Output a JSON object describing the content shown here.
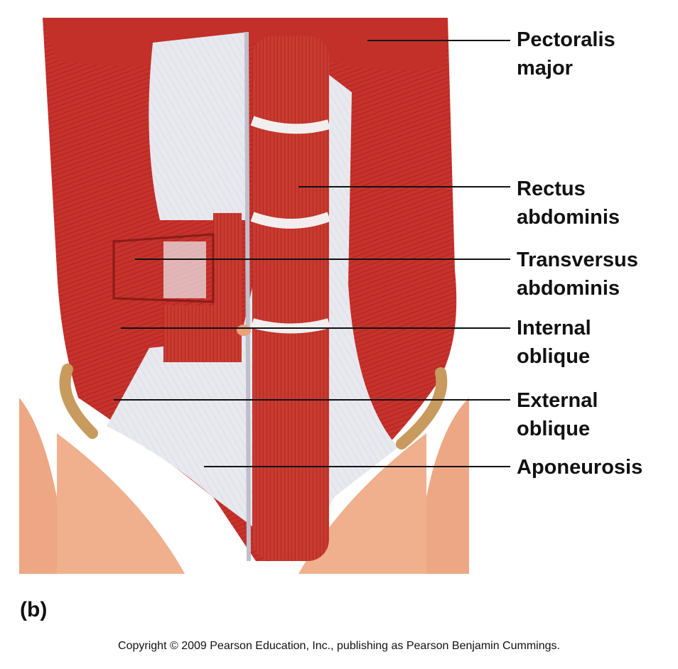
{
  "labels": [
    {
      "line1": "Pectoralis",
      "line2": "major"
    },
    {
      "line1": "Rectus",
      "line2": "abdominis"
    },
    {
      "line1": "Transversus",
      "line2": "abdominis"
    },
    {
      "line1": "Internal",
      "line2": "oblique"
    },
    {
      "line1": "External",
      "line2": "oblique"
    },
    {
      "line1": "Aponeurosis",
      "line2": ""
    }
  ],
  "part_label": "(b)",
  "copyright": "Copyright © 2009 Pearson Education, Inc., publishing as Pearson Benjamin Cummings.",
  "colors": {
    "muscle": "#c8322c",
    "muscle_dark": "#9e1f1c",
    "fascia": "#e6e6ee",
    "skin": "#eea784",
    "bone": "#c99a5e"
  }
}
